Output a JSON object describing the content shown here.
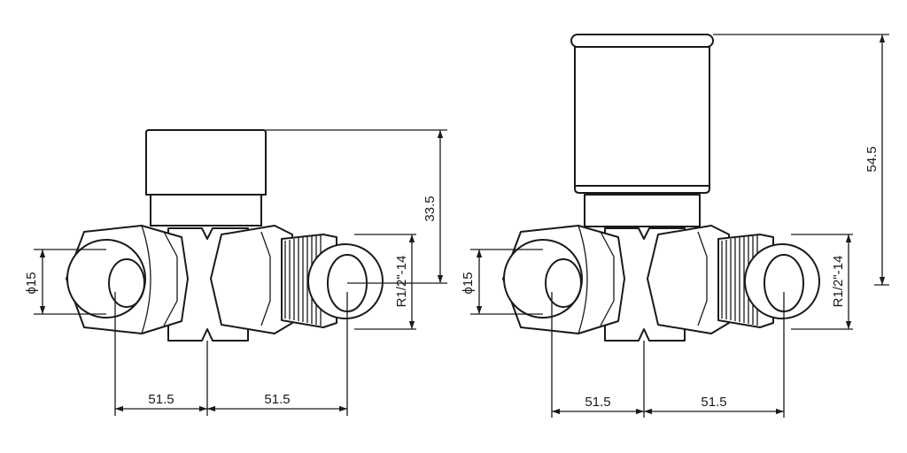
{
  "left_view": {
    "pipe_diameter_label": "ϕ15",
    "thread_label": "R1/2\"-14",
    "height_label": "33.5",
    "spacing_left_label": "51.5",
    "spacing_right_label": "51.5"
  },
  "right_view": {
    "pipe_diameter_label": "ϕ15",
    "thread_label": "R1/2\"-14",
    "height_label": "54.5",
    "spacing_left_label": "51.5",
    "spacing_right_label": "51.5"
  }
}
